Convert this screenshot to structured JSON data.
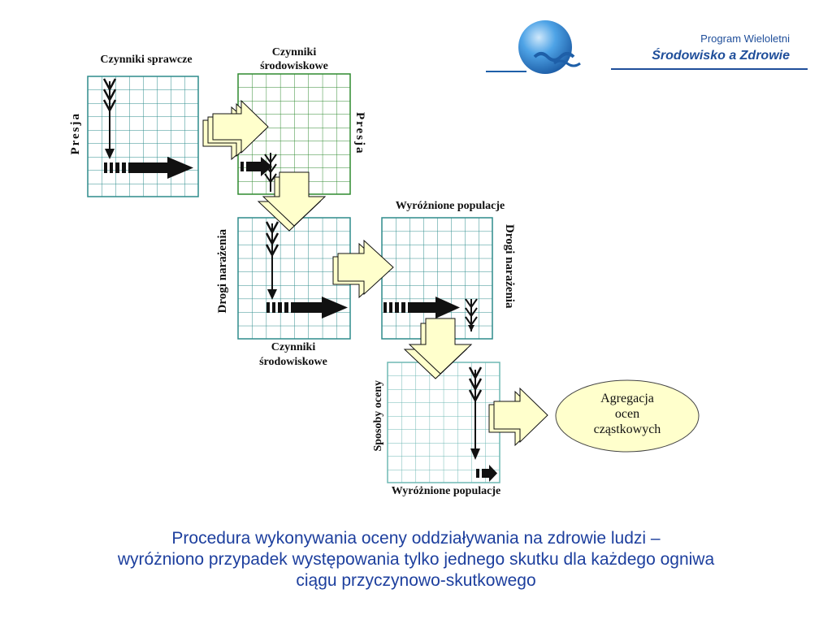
{
  "header": {
    "program_line": "Program Wieloletni",
    "title_line": "Środowisko a Zdrowie"
  },
  "diagram": {
    "grid1": {
      "top_label": "Czynniki sprawcze",
      "side_label": "Presja"
    },
    "grid2": {
      "top_label_line1": "Czynniki",
      "top_label_line2": "środowiskowe",
      "side_label": "Presja"
    },
    "grid3": {
      "side_label": "Drogi narażenia",
      "bottom_label_line1": "Czynniki",
      "bottom_label_line2": "środowiskowe"
    },
    "grid4": {
      "top_label": "Wyróżnione populacje",
      "side_label": "Drogi narażenia"
    },
    "grid5": {
      "side_label": "Sposoby oceny",
      "bottom_label": "Wyróżnione populacje"
    },
    "ellipse": {
      "line1": "Agregacja",
      "line2": "ocen",
      "line3": "cząstkowych"
    }
  },
  "caption": {
    "line1": "Procedura wykonywania oceny oddziaływania na zdrowie ludzi –",
    "line2": "wyróżniono przypadek występowania tylko jednego skutku dla każdego ogniwa",
    "line3": "ciągu przyczynowo-skutkowego"
  },
  "colors": {
    "grid_teal": "#2e8c8c",
    "grid_green": "#2f8a2f",
    "grid_lightteal": "#6fb8b4",
    "connector_fill": "#ffffcc",
    "title_blue": "#1f4e9a",
    "caption_blue": "#1d3f9e",
    "logo_blue": "#3d8fd6"
  }
}
